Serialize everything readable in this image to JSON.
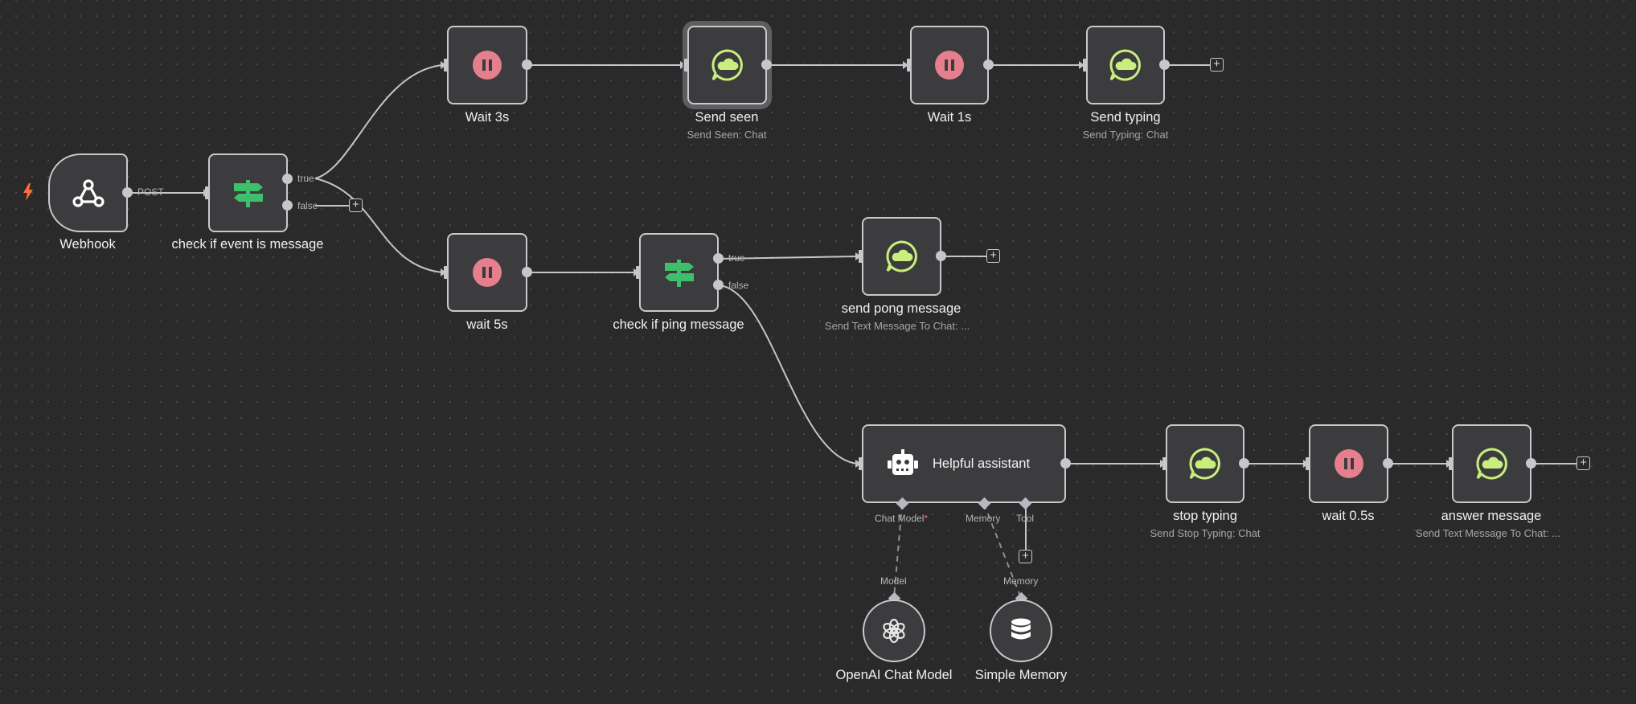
{
  "colors": {
    "canvas": "#2a2a2a",
    "node_bg": "#3c3c3e",
    "node_border": "#c9c9cd",
    "wait_icon": "#e57f8e",
    "whatsapp_icon": "#c8ee7e",
    "if_icon": "#3fbf6b",
    "trigger_bolt": "#ff6f3c"
  },
  "nodes": {
    "webhook": {
      "label": "Webhook",
      "icon": "webhook-icon"
    },
    "check_event": {
      "label": "check if event is message",
      "icon": "signpost-icon"
    },
    "wait3": {
      "label": "Wait 3s",
      "icon": "pause-icon"
    },
    "send_seen": {
      "label": "Send seen",
      "subtitle": "Send Seen: Chat",
      "icon": "whatsapp-icon"
    },
    "wait1": {
      "label": "Wait 1s",
      "icon": "pause-icon"
    },
    "send_typing": {
      "label": "Send typing",
      "subtitle": "Send Typing: Chat",
      "icon": "whatsapp-icon"
    },
    "wait5": {
      "label": "wait 5s",
      "icon": "pause-icon"
    },
    "check_ping": {
      "label": "check if ping message",
      "icon": "signpost-icon"
    },
    "send_pong": {
      "label": "send pong message",
      "subtitle": "Send Text Message To Chat: ...",
      "icon": "whatsapp-icon"
    },
    "assistant": {
      "label": "Helpful assistant",
      "icon": "robot-icon"
    },
    "stop_typing": {
      "label": "stop typing",
      "subtitle": "Send Stop Typing: Chat",
      "icon": "whatsapp-icon"
    },
    "wait05": {
      "label": "wait 0.5s",
      "icon": "pause-icon"
    },
    "answer": {
      "label": "answer message",
      "subtitle": "Send Text Message To Chat: ...",
      "icon": "whatsapp-icon"
    },
    "openai": {
      "label": "OpenAI Chat Model",
      "icon": "openai-icon"
    },
    "memory": {
      "label": "Simple Memory",
      "icon": "database-icon"
    }
  },
  "edge_labels": {
    "post": "POST",
    "true1": "true",
    "false1": "false",
    "true2": "true",
    "false2": "false"
  },
  "ports": {
    "chat_model": "Chat Model",
    "chat_model_required": "*",
    "memory": "Memory",
    "tool": "Tool",
    "model_in": "Model",
    "memory_in": "Memory"
  },
  "add_symbol": "+"
}
